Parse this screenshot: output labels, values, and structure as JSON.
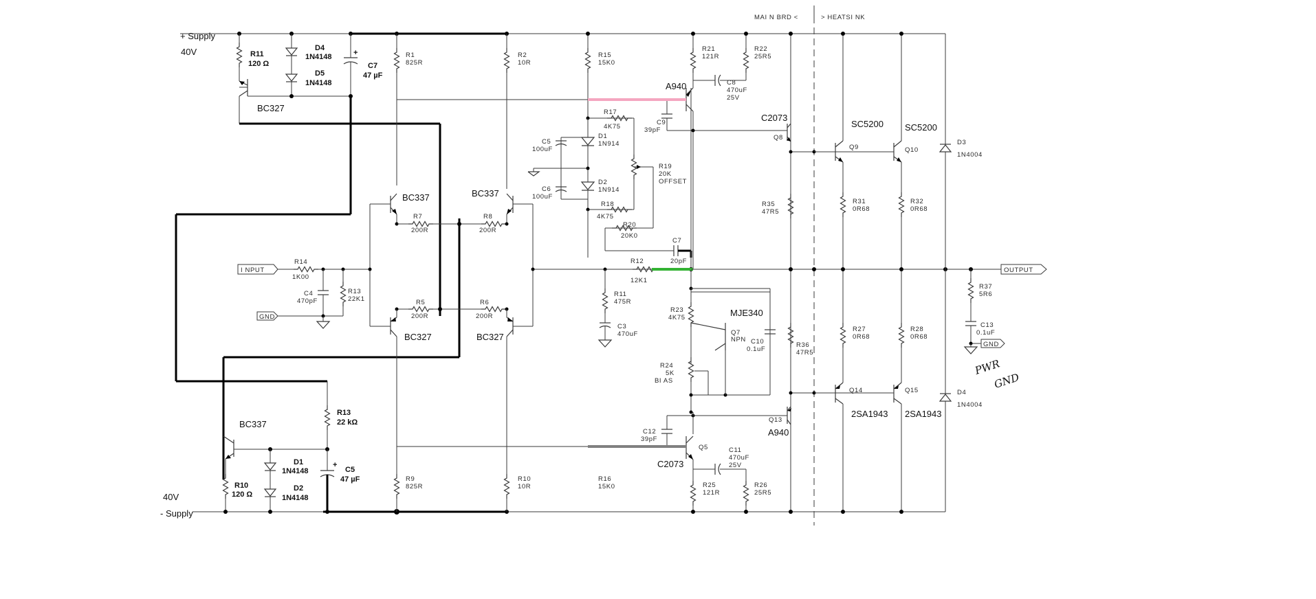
{
  "title": "",
  "rails": {
    "pos_label": "+ Supply",
    "pos_volt": "40V",
    "neg_label": "- Supply",
    "neg_volt": "40V"
  },
  "board_labels": {
    "main": "MAI N  BRD  <",
    "heatsink": ">  HEATSI NK"
  },
  "ports": {
    "input": "I NPUT",
    "gnd_in": "GND",
    "output": "OUTPUT",
    "gnd_out": "GND"
  },
  "handwritten": {
    "line1": "PWR",
    "line2": "GND"
  },
  "added_regulators": {
    "pos": {
      "r11_name": "R11",
      "r11_val": "120 Ω",
      "d4_name": "D4",
      "d4_val": "1N4148",
      "d5_name": "D5",
      "d5_val": "1N4148",
      "c7_name": "C7",
      "c7_val": "47 µF",
      "q_type": "BC327"
    },
    "neg": {
      "q_type": "BC337",
      "r13_name": "R13",
      "r13_val": "22 kΩ",
      "d1_name": "D1",
      "d1_val": "1N4148",
      "d2_name": "D2",
      "d2_val": "1N4148",
      "c5_name": "C5",
      "c5_val": "47 µF",
      "r10_name": "R10",
      "r10_val": "120 Ω"
    }
  },
  "components": {
    "r1": {
      "name": "R1",
      "val": "825R"
    },
    "r2": {
      "name": "R2",
      "val": "10R"
    },
    "r15": {
      "name": "R15",
      "val": "15K0"
    },
    "r21": {
      "name": "R21",
      "val": "121R"
    },
    "r22": {
      "name": "R22",
      "val": "25R5"
    },
    "c8": {
      "name": "C8",
      "val": "470uF",
      "val2": "25V"
    },
    "r17": {
      "name": "R17",
      "val": "4K75"
    },
    "c9": {
      "name": "C9",
      "val": "39pF"
    },
    "c5": {
      "name": "C5",
      "val": "100uF"
    },
    "d1": {
      "name": "D1",
      "val": "1N914"
    },
    "r19": {
      "name": "R19",
      "val": "20K",
      "val2": "OFFSET"
    },
    "c6": {
      "name": "C6",
      "val": "100uF"
    },
    "d2": {
      "name": "D2",
      "val": "1N914"
    },
    "r18": {
      "name": "R18",
      "val": "4K75"
    },
    "r20": {
      "name": "R20",
      "val": "20K0"
    },
    "c7": {
      "name": "C7",
      "val": "20pF"
    },
    "r12": {
      "name": "R12",
      "val": "12K1"
    },
    "r11": {
      "name": "R11",
      "val": "475R"
    },
    "c3": {
      "name": "C3",
      "val": "470uF"
    },
    "r14": {
      "name": "R14",
      "val": "1K00"
    },
    "c4": {
      "name": "C4",
      "val": "470pF"
    },
    "r13": {
      "name": "R13",
      "val": "22K1"
    },
    "r7": {
      "name": "R7",
      "val": "200R"
    },
    "r8": {
      "name": "R8",
      "val": "200R"
    },
    "r5": {
      "name": "R5",
      "val": "200R"
    },
    "r6": {
      "name": "R6",
      "val": "200R"
    },
    "r23": {
      "name": "R23",
      "val": "4K75"
    },
    "q7": {
      "name": "Q7",
      "val": "NPN",
      "type": "MJE340"
    },
    "c10": {
      "name": "C10",
      "val": "0.1uF"
    },
    "r24": {
      "name": "R24",
      "val": "5K",
      "val2": "BI AS"
    },
    "r35": {
      "name": "R35",
      "val": "47R5"
    },
    "r36": {
      "name": "R36",
      "val": "47R5"
    },
    "r31": {
      "name": "R31",
      "val": "0R68"
    },
    "r32": {
      "name": "R32",
      "val": "0R68"
    },
    "r27": {
      "name": "R27",
      "val": "0R68"
    },
    "r28": {
      "name": "R28",
      "val": "0R68"
    },
    "r37": {
      "name": "R37",
      "val": "5R6"
    },
    "c13": {
      "name": "C13",
      "val": "0.1uF"
    },
    "d3": {
      "name": "D3",
      "val": "1N4004"
    },
    "d4": {
      "name": "D4",
      "val": "1N4004"
    },
    "c12": {
      "name": "C12",
      "val": "39pF"
    },
    "c11": {
      "name": "C11",
      "val": "470uF",
      "val2": "25V"
    },
    "r25": {
      "name": "R25",
      "val": "121R"
    },
    "r26": {
      "name": "R26",
      "val": "25R5"
    },
    "r9": {
      "name": "R9",
      "val": "825R"
    },
    "r10": {
      "name": "R10",
      "val": "10R"
    },
    "r16": {
      "name": "R16",
      "val": "15K0"
    }
  },
  "transistors": {
    "ltp_top_left": "BC337",
    "ltp_top_right": "BC337",
    "ltp_bot_left": "BC327",
    "ltp_bot_right": "BC327",
    "vas_top": "A940",
    "drv_top": "C2073",
    "drv_top_ref": "Q8",
    "out_top_1": "SC5200",
    "out_top_1_ref": "Q9",
    "out_top_2": "SC5200",
    "out_top_2_ref": "Q10",
    "vas_bot": "C2073",
    "vas_bot_ref": "Q5",
    "drv_bot": "A940",
    "drv_bot_ref": "Q13",
    "out_bot_1": "2SA1943",
    "out_bot_1_ref": "Q14",
    "out_bot_2": "2SA1943",
    "out_bot_2_ref": "Q15"
  },
  "highlight_colors": {
    "pink": "#f4a6c0",
    "green": "#33b233",
    "gray": "#808080"
  }
}
